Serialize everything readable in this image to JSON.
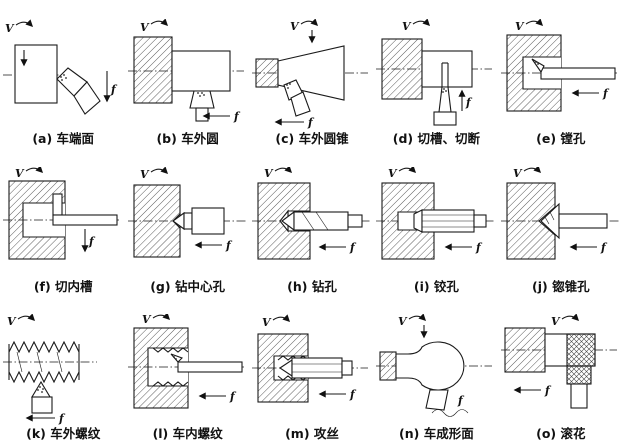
{
  "figure": {
    "background": "#ffffff",
    "ink": "#1a1a1a",
    "symbols": {
      "v": "V",
      "f": "f"
    },
    "cells": [
      {
        "id": "a",
        "label": "(a) 车端面"
      },
      {
        "id": "b",
        "label": "(b) 车外圆"
      },
      {
        "id": "c",
        "label": "(c) 车外圆锥"
      },
      {
        "id": "d",
        "label": "(d) 切槽、切断"
      },
      {
        "id": "e",
        "label": "(e) 镗孔"
      },
      {
        "id": "f",
        "label": "(f) 切内槽"
      },
      {
        "id": "g",
        "label": "(g) 钻中心孔"
      },
      {
        "id": "h",
        "label": "(h) 钻孔"
      },
      {
        "id": "i",
        "label": "(i) 铰孔"
      },
      {
        "id": "j",
        "label": "(j) 锪锥孔"
      },
      {
        "id": "k",
        "label": "(k) 车外螺纹"
      },
      {
        "id": "l",
        "label": "(l) 车内螺纹"
      },
      {
        "id": "m",
        "label": "(m) 攻丝"
      },
      {
        "id": "n",
        "label": "(n) 车成形面"
      },
      {
        "id": "o",
        "label": "(o) 滚花"
      }
    ]
  }
}
